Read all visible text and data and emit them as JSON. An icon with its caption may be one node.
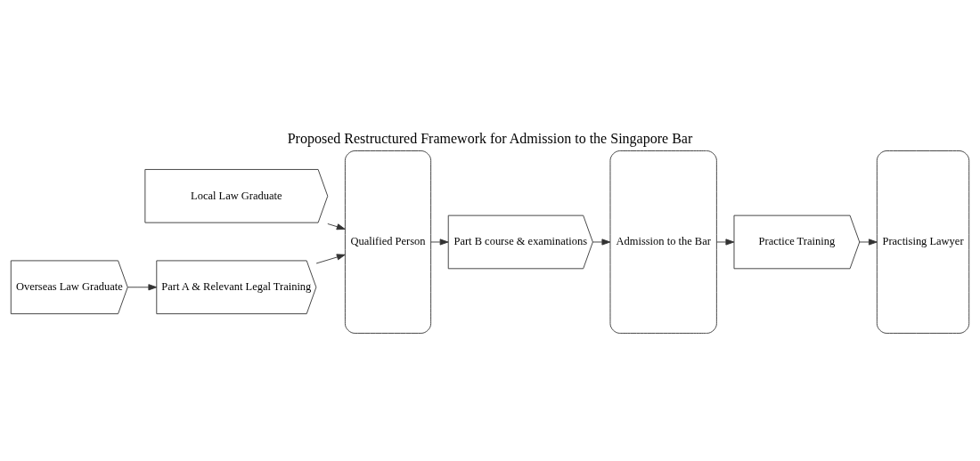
{
  "diagram": {
    "title": "Proposed Restructured Framework for Admission to the Singapore Bar",
    "nodes": [
      {
        "text": [
          "Local Law Graduate"
        ]
      },
      {
        "text": [
          "Overseas Law Graduate"
        ]
      },
      {
        "text": [
          "Part A & Relevant Legal Training"
        ]
      },
      {
        "text": [
          "Qualified Person"
        ]
      },
      {
        "text": [
          "Part B course & examinations"
        ]
      },
      {
        "text": [
          "Admission to the Bar"
        ]
      },
      {
        "text": [
          "Practice Training"
        ]
      },
      {
        "text": [
          "Practising Lawyer"
        ]
      }
    ],
    "edges": [
      {
        "from": 0,
        "to": 3,
        "arrow": "to"
      },
      {
        "from": 1,
        "to": 2,
        "arrow": "to"
      },
      {
        "from": 2,
        "to": 3,
        "arrow": "to"
      },
      {
        "from": 3,
        "to": 4,
        "arrow": "to"
      },
      {
        "from": 4,
        "to": 5,
        "arrow": "to"
      },
      {
        "from": 5,
        "to": 6,
        "arrow": "to"
      },
      {
        "from": 6,
        "to": 7,
        "arrow": "to"
      }
    ]
  }
}
